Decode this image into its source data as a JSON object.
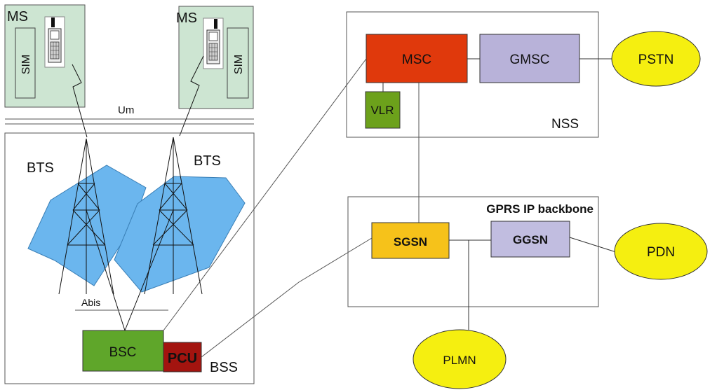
{
  "labels": {
    "ms_left": "MS",
    "ms_right": "MS",
    "sim_left": "SIM",
    "sim_right": "SIM",
    "um": "Um",
    "bts_left": "BTS",
    "bts_right": "BTS",
    "abis": "Abis",
    "bsc": "BSC",
    "pcu": "PCU",
    "bss": "BSS",
    "msc": "MSC",
    "gmsc": "GMSC",
    "vlr": "VLR",
    "nss": "NSS",
    "pstn": "PSTN",
    "gprs_backbone": "GPRS IP backbone",
    "sgsn": "SGSN",
    "ggsn": "GGSN",
    "pdn": "PDN",
    "plmn": "PLMN"
  },
  "colors": {
    "ms_box": "#cde5d2",
    "cell": "#6bb6ee",
    "bsc": "#5fa62a",
    "pcu": "#a3140f",
    "msc": "#e0390c",
    "gmsc": "#b8b2d9",
    "vlr": "#6ca11b",
    "sgsn": "#f6c21a",
    "ggsn": "#c1bde0",
    "ellipse": "#f5ef10"
  },
  "icons": [
    "mobile-phone-icon",
    "radio-tower-icon"
  ]
}
